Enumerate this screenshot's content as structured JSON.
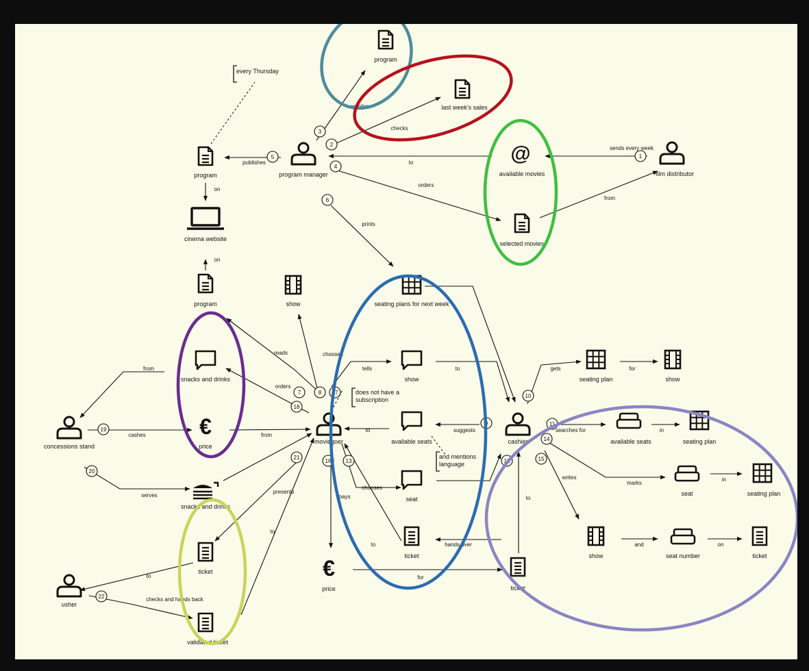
{
  "nodes": {
    "program_top": "program",
    "last_weeks_sales": "last week's sales",
    "program_manager": "program manager",
    "program_left": "program",
    "available_movies": "available movies",
    "selected_movies": "selected movies",
    "film_distributor": "film distributor",
    "cinema_website": "cinema website",
    "program_mid": "program",
    "show_top": "show",
    "seating_plans_next_week": "seating plans for next week",
    "snacks_and_drinks": "snacks and drinks",
    "show_tells": "show",
    "seating_plan_gets": "seating plan",
    "show_right": "show",
    "concessions_stand": "concessions stand",
    "price_euro_left": "price",
    "moviegoer": "moviegoer",
    "available_seats_mid": "available seats",
    "cashier": "cashier",
    "available_seats_right": "available seats",
    "seating_plan_in1": "seating plan",
    "snacks_served": "snacks and drinks",
    "seat_chosen": "seat",
    "seat_marked": "seat",
    "seating_plan_in2": "seating plan",
    "ticket_left": "ticket",
    "ticket_mid": "ticket",
    "show_writes": "show",
    "seat_number": "seat number",
    "ticket_right": "ticket",
    "price_bottom": "price",
    "ticket_bottom": "ticket",
    "usher": "usher",
    "validated_ticket": "validated ticket"
  },
  "edges": {
    "compiles": "compiles",
    "checks": "checks",
    "publishes": "publishes",
    "to_pm": "to",
    "sends_every_week": "sends every week",
    "orders": "orders",
    "from_fd": "from",
    "on1": "on",
    "on2": "on",
    "prints": "prints",
    "reads": "reads",
    "chooses_show": "chooses",
    "tells": "tells",
    "to_tells": "to",
    "gets": "gets",
    "for_gets": "for",
    "from_snacks": "from",
    "orders_snacks": "orders",
    "cashes": "cashes",
    "from_price": "from",
    "to_seats": "to",
    "suggests": "suggests",
    "searches_for": "searches for",
    "in1": "in",
    "marks": "marks",
    "in2": "in",
    "serves": "serves",
    "presents": "presents",
    "chooses_seat": "chooses",
    "pays": "pays",
    "writes": "writes",
    "to_ticket": "to",
    "hands_over": "hands over",
    "to_cashier": "to",
    "and": "and",
    "on3": "on",
    "to_usher": "to",
    "to_ticket_left": "to",
    "checks_and_hands_back": "checks and hands back",
    "for_price": "for"
  },
  "notes": {
    "every_thursday": "every Thursday",
    "no_subscription_1": "does not have a",
    "no_subscription_2": "subscription",
    "mentions_language_1": "and mentions",
    "mentions_language_2": "language"
  },
  "steps": [
    "1",
    "2",
    "3",
    "4",
    "5",
    "6",
    "7",
    "8",
    "9",
    "10",
    "11",
    "12",
    "13",
    "14",
    "15",
    "16",
    "17",
    "18",
    "19",
    "20",
    "21",
    "22"
  ],
  "icons": [
    "document-icon",
    "person-icon",
    "at-sign-icon",
    "laptop-icon",
    "film-strip-icon",
    "grid-icon",
    "speech-bubble-icon",
    "euro-icon",
    "armchair-icon",
    "ticket-icon",
    "snack-icon"
  ],
  "highlight_colors": {
    "teal": "#4e8c9a",
    "red": "#b5121b",
    "green": "#3fbf3f",
    "purple": "#6a2c91",
    "blue": "#2b6cb0",
    "lavender": "#8a86c4",
    "yellow": "#c8d45a"
  }
}
